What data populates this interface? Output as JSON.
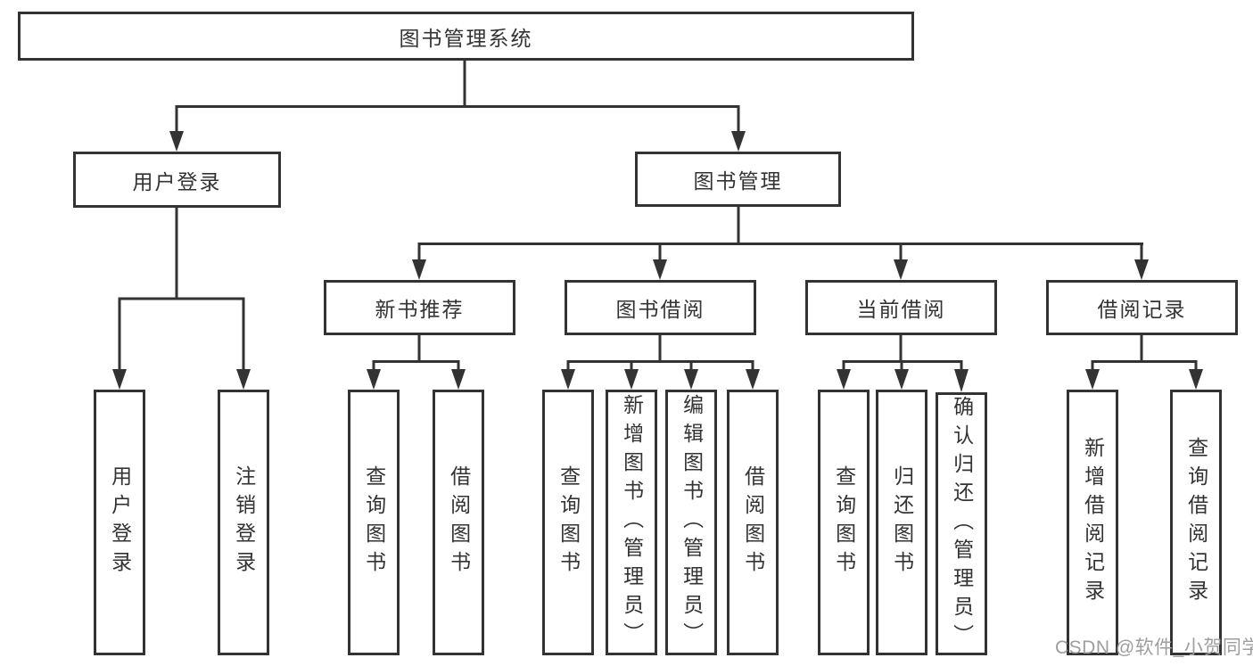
{
  "diagram": {
    "root": {
      "label": "图书管理系统"
    },
    "level2": [
      {
        "label": "用户登录",
        "children": [
          {
            "label": "用户登录"
          },
          {
            "label": "注销登录"
          }
        ]
      },
      {
        "label": "图书管理",
        "children": [
          {
            "label": "新书推荐",
            "children": [
              {
                "label": "查询图书"
              },
              {
                "label": "借阅图书"
              }
            ]
          },
          {
            "label": "图书借阅",
            "children": [
              {
                "label": "查询图书"
              },
              {
                "label": "新增图书（管理员）"
              },
              {
                "label": "编辑图书（管理员）"
              },
              {
                "label": "借阅图书"
              }
            ]
          },
          {
            "label": "当前借阅",
            "children": [
              {
                "label": "查询图书"
              },
              {
                "label": "归还图书"
              },
              {
                "label": "确认归还（管理员）"
              }
            ]
          },
          {
            "label": "借阅记录",
            "children": [
              {
                "label": "新增借阅记录"
              },
              {
                "label": "查询借阅记录"
              }
            ]
          }
        ]
      }
    ]
  },
  "watermark": {
    "text": "CSDN @软件_小贺同学"
  },
  "colors": {
    "line": "#333333",
    "box_border": "#333333",
    "text": "#333333",
    "background": "#ffffff",
    "watermark_text": "#9e9e9e"
  }
}
